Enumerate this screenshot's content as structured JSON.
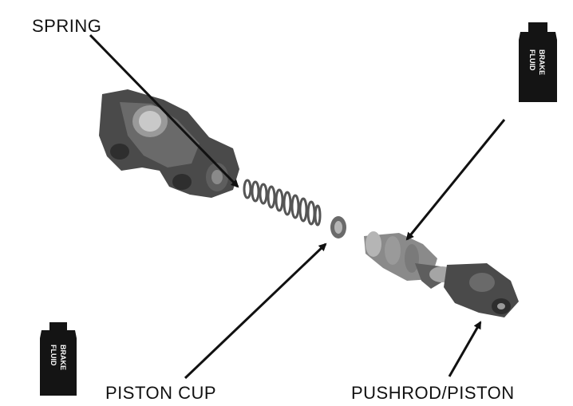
{
  "labels": {
    "spring": "SPRING",
    "piston_cup": "PISTON CUP",
    "pushrod_piston": "PUSHROD/PISTON"
  },
  "bottles": {
    "line1": "BRAKE",
    "line2": "FLUID"
  },
  "colors": {
    "ink": "#111111",
    "part_dark": "#4a4a4a",
    "part_mid": "#7a7a7a",
    "part_light": "#b5b5b5",
    "bottle": "#141414"
  },
  "icons": {
    "bottle": "brake-fluid-bottle-icon"
  }
}
